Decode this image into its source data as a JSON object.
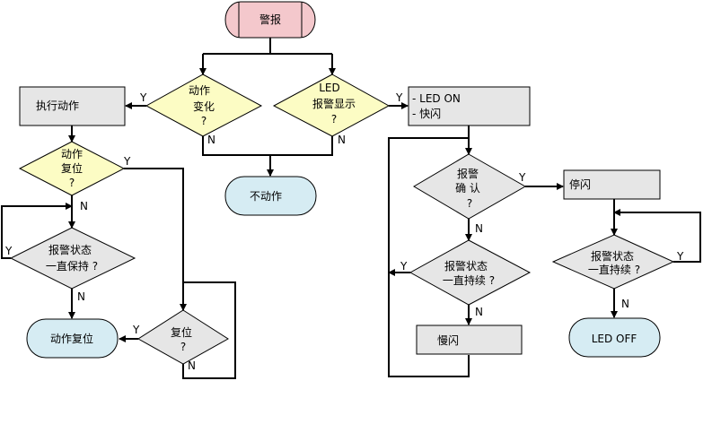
{
  "colors": {
    "start_fill": "#f4c8cc",
    "end_fill": "#d6ecf3",
    "diamond_yellow": "#fcfcc4",
    "diamond_gray": "#e6e6e6",
    "box_gray": "#e6e6e6",
    "stroke": "#000000"
  },
  "nodes": {
    "start": "警报",
    "change_l1": "动作",
    "change_l2": "变化",
    "change_l3": "?",
    "led_l1": "LED",
    "led_l2": "报警显示",
    "led_l3": "?",
    "exec": "执行动作",
    "reset_l1": "动作",
    "reset_l2": "复位",
    "reset_l3": "?",
    "status1_l1": "报警状态",
    "status1_l2": "一直保持 ?",
    "end_reset": "动作复位",
    "reset2_l1": "复位",
    "reset2_l2": "?",
    "noaction": "不动作",
    "ledon_l1": "- LED ON",
    "ledon_l2": "- 快闪",
    "ack_l1": "报警",
    "ack_l2": "确 认",
    "ack_l3": "?",
    "status2_l1": "报警状态",
    "status2_l2": "一直持续 ?",
    "slow": "慢闪",
    "stop": "停闪",
    "status3_l1": "报警状态",
    "status3_l2": "一直持续 ?",
    "ledoff": "LED OFF"
  },
  "labels": {
    "change_y": "Y",
    "change_n": "N",
    "led_y": "Y",
    "led_n": "N",
    "reset_y": "Y",
    "reset_n": "N",
    "status1_y": "Y",
    "status1_n": "N",
    "reset2_y": "Y",
    "reset2_n": "N",
    "ack_y": "Y",
    "ack_n": "N",
    "status2_y": "Y",
    "status2_n": "N",
    "status3_y": "Y",
    "status3_n": "N"
  }
}
